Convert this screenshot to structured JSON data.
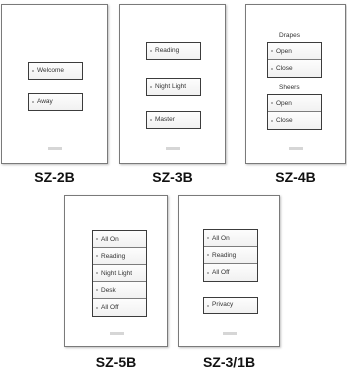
{
  "panels": {
    "sz2b": {
      "caption": "SZ-2B",
      "buttons": [
        "Welcome",
        "Away"
      ]
    },
    "sz3b": {
      "caption": "SZ-3B",
      "buttons": [
        "Reading",
        "Night Light",
        "Master"
      ]
    },
    "sz4b": {
      "caption": "SZ-4B",
      "group1": {
        "label": "Drapes",
        "buttons": [
          "Open",
          "Close"
        ]
      },
      "group2": {
        "label": "Sheers",
        "buttons": [
          "Open",
          "Close"
        ]
      }
    },
    "sz5b": {
      "caption": "SZ-5B",
      "buttons": [
        "All On",
        "Reading",
        "Night Light",
        "Desk",
        "All Off"
      ]
    },
    "sz31b": {
      "caption": "SZ-3/1B",
      "buttons": [
        "All On",
        "Reading",
        "All Off"
      ],
      "single": "Privacy"
    }
  }
}
